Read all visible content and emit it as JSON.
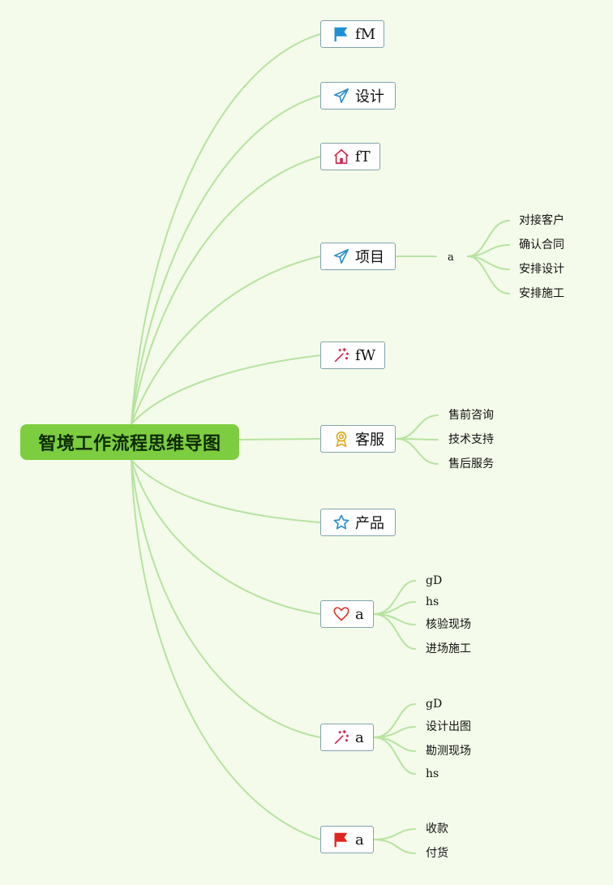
{
  "root": {
    "label": "智境工作流程思维导图"
  },
  "branches": [
    {
      "label": "fM",
      "icon": "blue-flag-icon"
    },
    {
      "label": "设计",
      "icon": "paper-plane-icon"
    },
    {
      "label": "fT",
      "icon": "home-icon"
    },
    {
      "label": "项目",
      "icon": "paper-plane-icon",
      "connector": "a",
      "children": [
        "对接客户",
        "确认合同",
        "安排设计",
        "安排施工"
      ]
    },
    {
      "label": "fW",
      "icon": "magic-wand-icon"
    },
    {
      "label": "客服",
      "icon": "award-icon",
      "children": [
        "售前咨询",
        "技术支持",
        "售后服务"
      ]
    },
    {
      "label": "产品",
      "icon": "star-icon"
    },
    {
      "label": "a",
      "icon": "heart-icon",
      "children": [
        "gD",
        "hs",
        "核验现场",
        "进场施工"
      ]
    },
    {
      "label": "a",
      "icon": "magic-wand-icon",
      "children": [
        "gD",
        "设计出图",
        "勘测现场",
        "hs"
      ]
    },
    {
      "label": "a",
      "icon": "red-flag-icon",
      "children": [
        "收款",
        "付货"
      ]
    }
  ],
  "colors": {
    "background": "#f4fbea",
    "root_fill": "#7ccd3f",
    "connector": "#b6e3a0",
    "node_border": "#7fa3ad"
  }
}
